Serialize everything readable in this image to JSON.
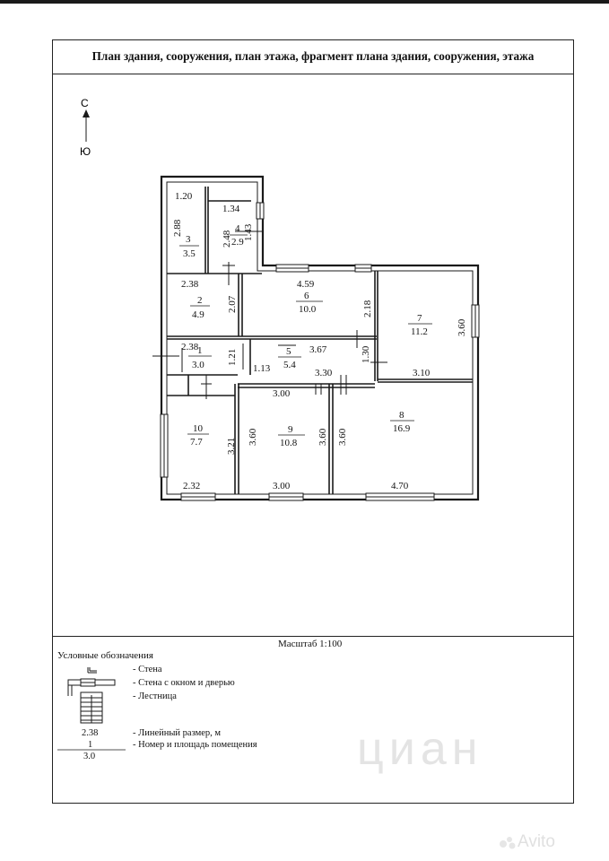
{
  "header": {
    "title": "План здания, сооружения, план этажа, фрагмент плана здания, сооружения, этажа"
  },
  "compass": {
    "north": "С",
    "south": "Ю"
  },
  "scale": "Масштаб 1:100",
  "legend": {
    "title": "Условные обозначения",
    "wall": "- Стена",
    "wall_window_door": "- Стена с окном и дверью",
    "stairs": "- Лестница",
    "sample_dimension": "2.38",
    "linear_dimension": "- Линейный размер, м",
    "sample_room_number": "1",
    "sample_room_area": "3.0",
    "room_number_area": "- Номер и площадь помещения"
  },
  "rooms": [
    {
      "number": "1",
      "area": "3.0"
    },
    {
      "number": "2",
      "area": "4.9"
    },
    {
      "number": "3",
      "area": "3.5"
    },
    {
      "number": "4",
      "area": "2.9"
    },
    {
      "number": "5",
      "area": "5.4"
    },
    {
      "number": "6",
      "area": "10.0"
    },
    {
      "number": "7",
      "area": "11.2"
    },
    {
      "number": "8",
      "area": "16.9"
    },
    {
      "number": "9",
      "area": "10.8"
    },
    {
      "number": "10",
      "area": "7.7"
    }
  ],
  "dimensions": {
    "r3_width": "1.20",
    "r3_height": "2.88",
    "r4_width": "1.34",
    "r4_height": "2.48",
    "r4_side": "1.43",
    "r2_width": "2.38",
    "r2_height": "2.07",
    "r6_width": "4.59",
    "r6_height": "2.18",
    "r7_height": "3.60",
    "r7_width": "3.10",
    "r1_width": "2.38",
    "r1_height": "1.21",
    "r1_side": "1.13",
    "r5_width": "3.67",
    "r5_height": "1.30",
    "r5_bottom": "3.30",
    "r9_top": "3.00",
    "r9_height": "3.60",
    "r9_width": "3.00",
    "r8_height": "3.60",
    "r8_width": "4.70",
    "r10_height": "3.21",
    "r10_width": "2.32"
  },
  "watermark": "циан",
  "brand": "Avito"
}
